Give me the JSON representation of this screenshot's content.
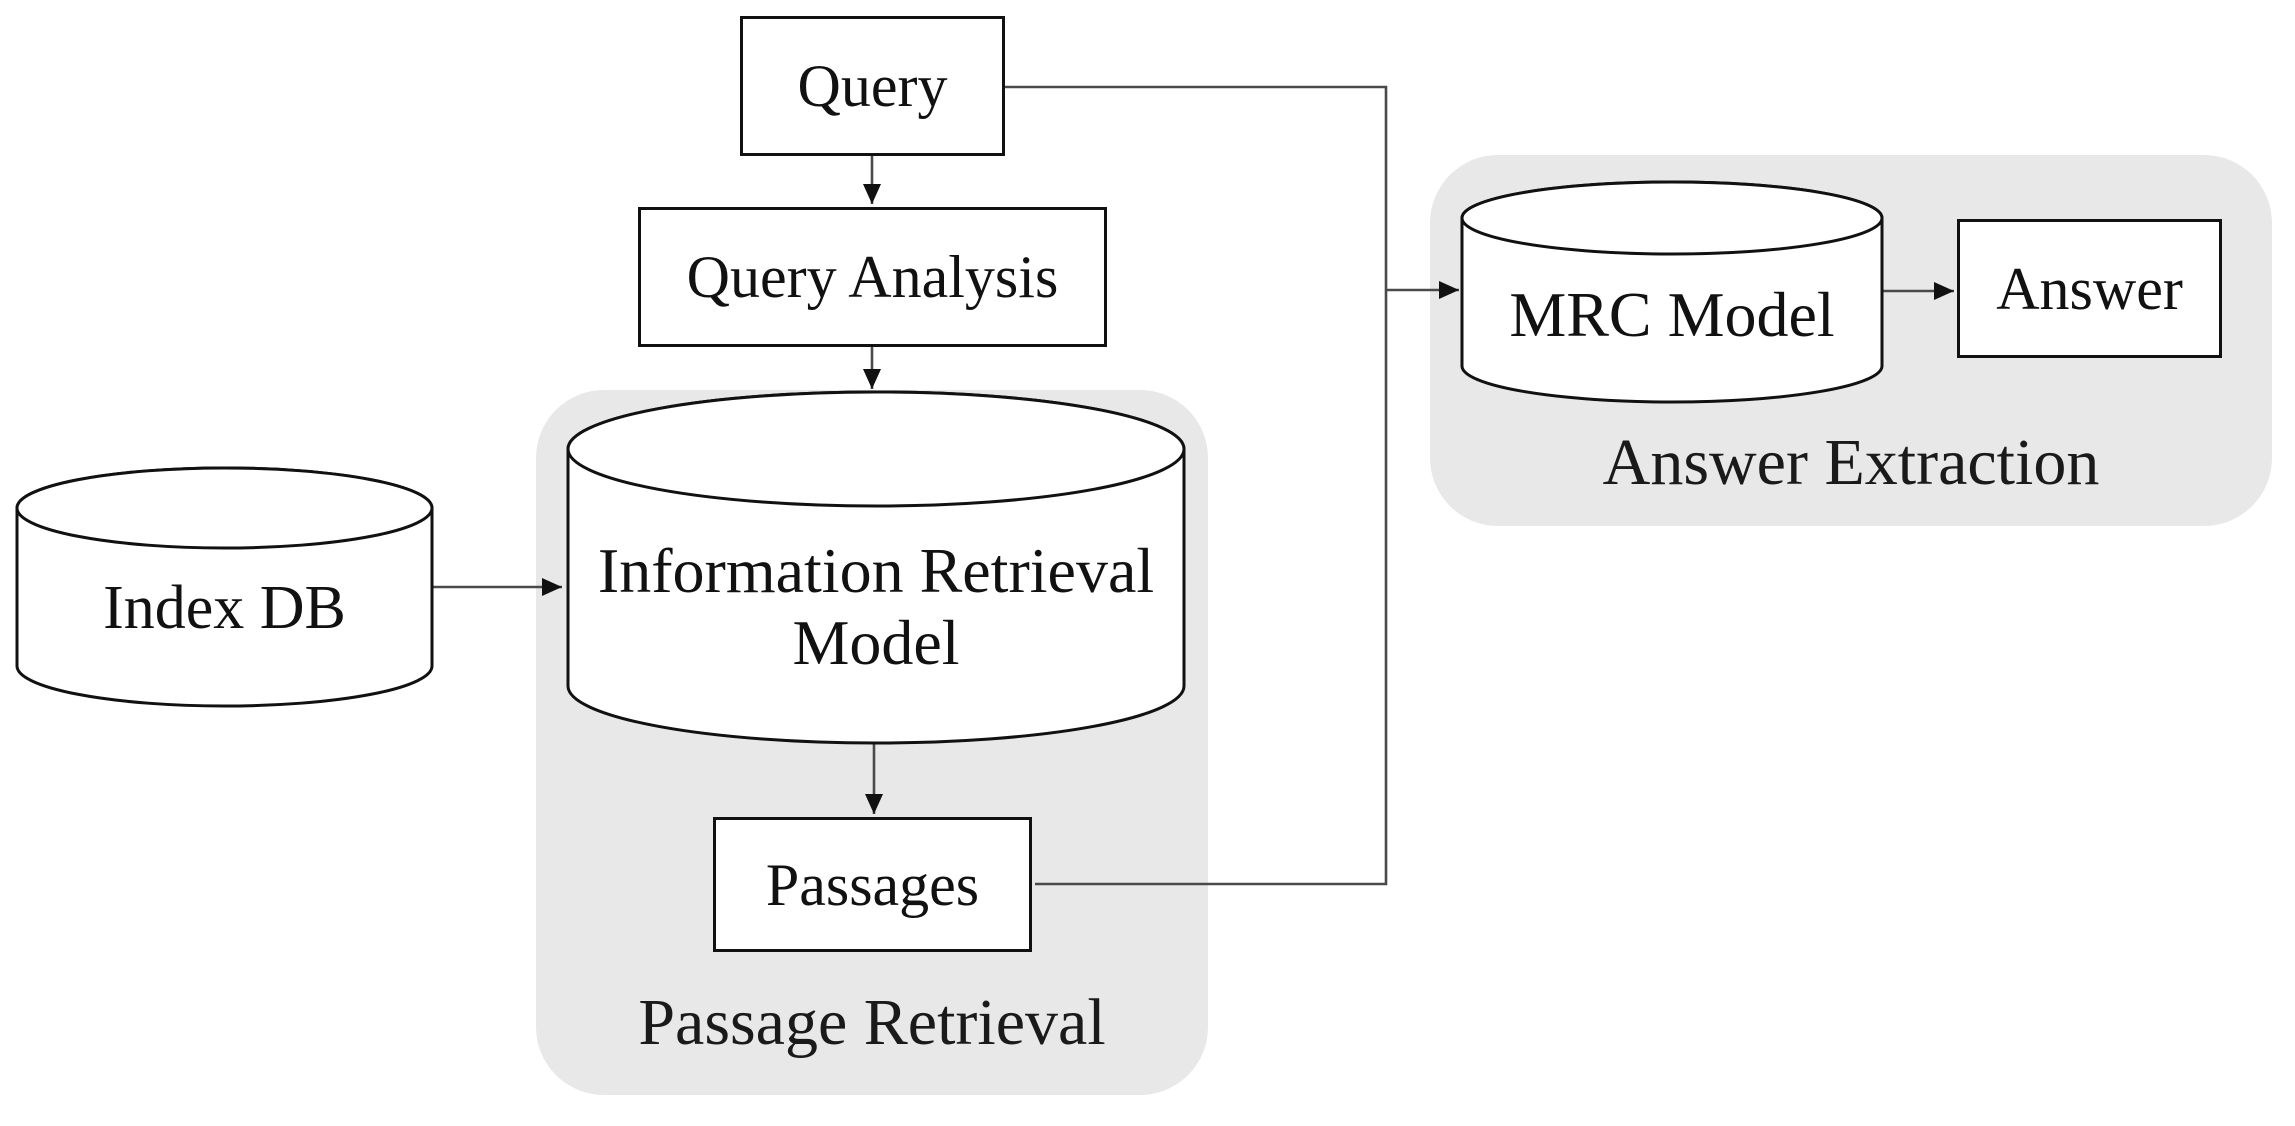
{
  "diagram": {
    "nodes": {
      "query": {
        "label": "Query"
      },
      "query_analysis": {
        "label": "Query Analysis"
      },
      "index_db": {
        "label": "Index DB"
      },
      "ir_model": {
        "line1": "Information Retrieval",
        "line2": "Model"
      },
      "passages": {
        "label": "Passages"
      },
      "mrc_model": {
        "label": "MRC Model"
      },
      "answer": {
        "label": "Answer"
      }
    },
    "groups": {
      "passage_retrieval": {
        "label": "Passage Retrieval"
      },
      "answer_extraction": {
        "label": "Answer Extraction"
      }
    },
    "colors": {
      "group_fill": "#e8e8e8",
      "node_fill": "#ffffff",
      "node_border": "#111111",
      "connector": "#4a4a4a",
      "arrow": "#111111"
    }
  }
}
